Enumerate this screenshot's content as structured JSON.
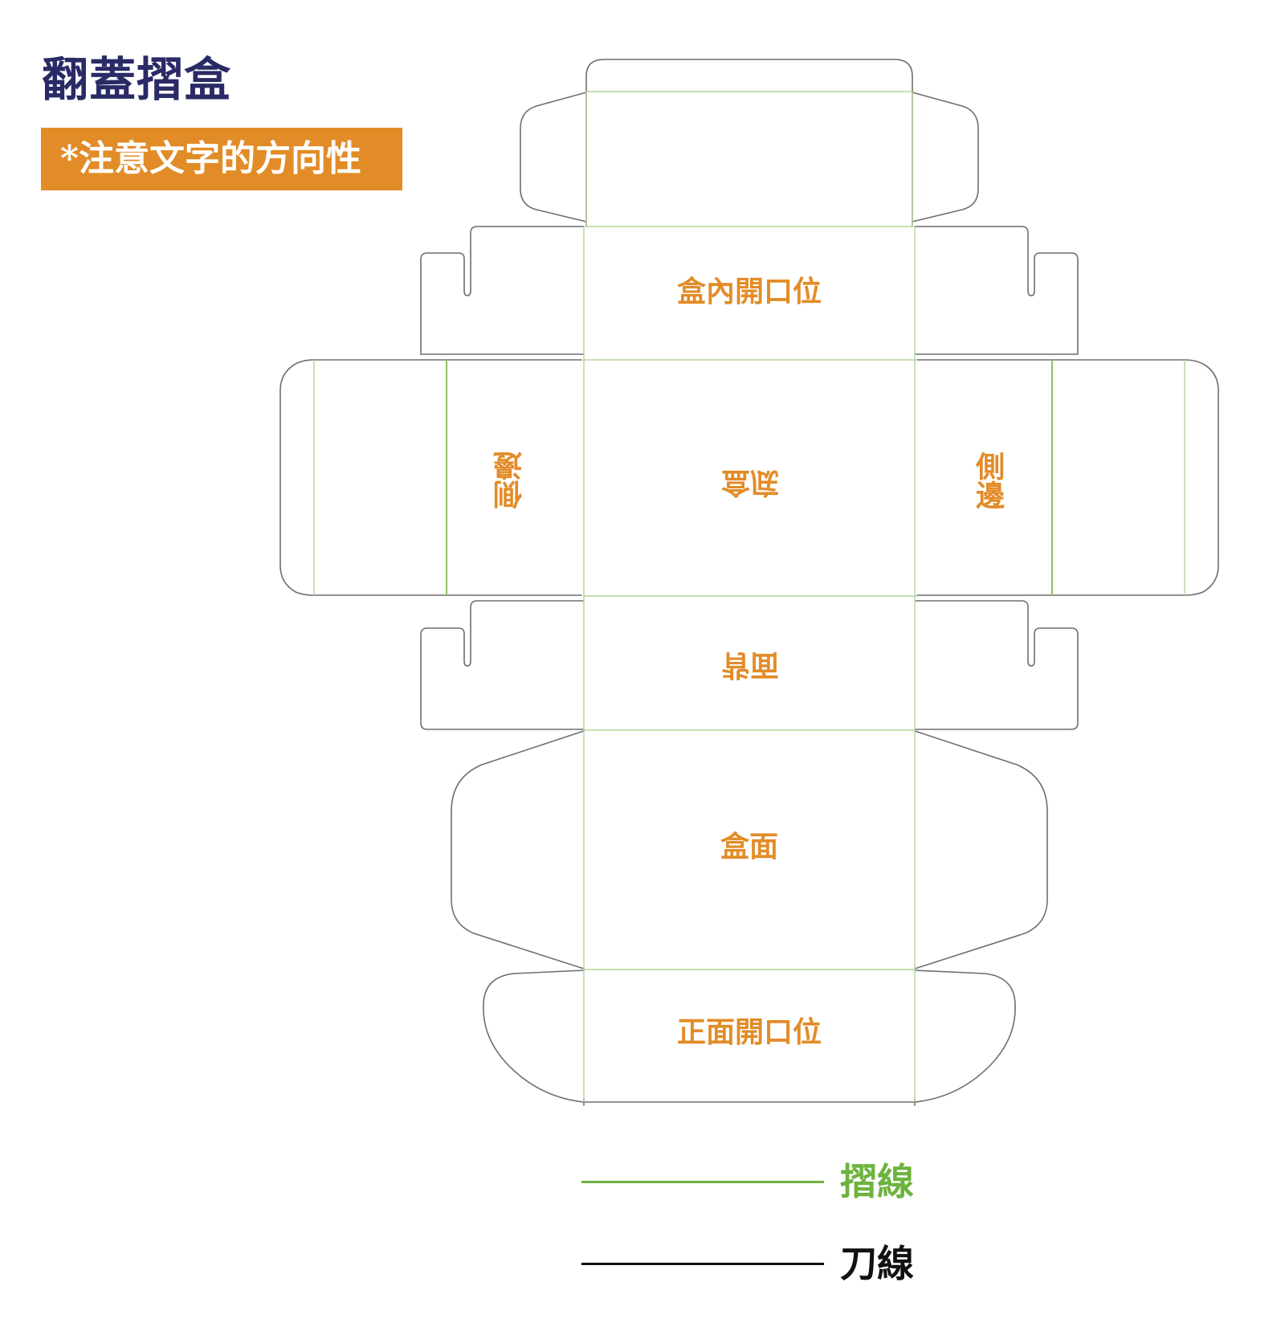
{
  "title": "翻蓋摺盒",
  "note": "*注意文字的方向性",
  "panels": {
    "inner_opening": "盒內開口位",
    "side_left": "側邊",
    "bottom": "盒底",
    "side_right": "側邊",
    "back": "背面",
    "lid": "盒面",
    "front_opening": "正面開口位"
  },
  "legend": {
    "fold_label": "摺線",
    "cut_label": "刀線",
    "fold_color": "#6db33f",
    "cut_color": "#111111"
  },
  "colors": {
    "title": "#2a2a66",
    "note_background": "#e28c28",
    "panel_label": "#e28c28"
  }
}
